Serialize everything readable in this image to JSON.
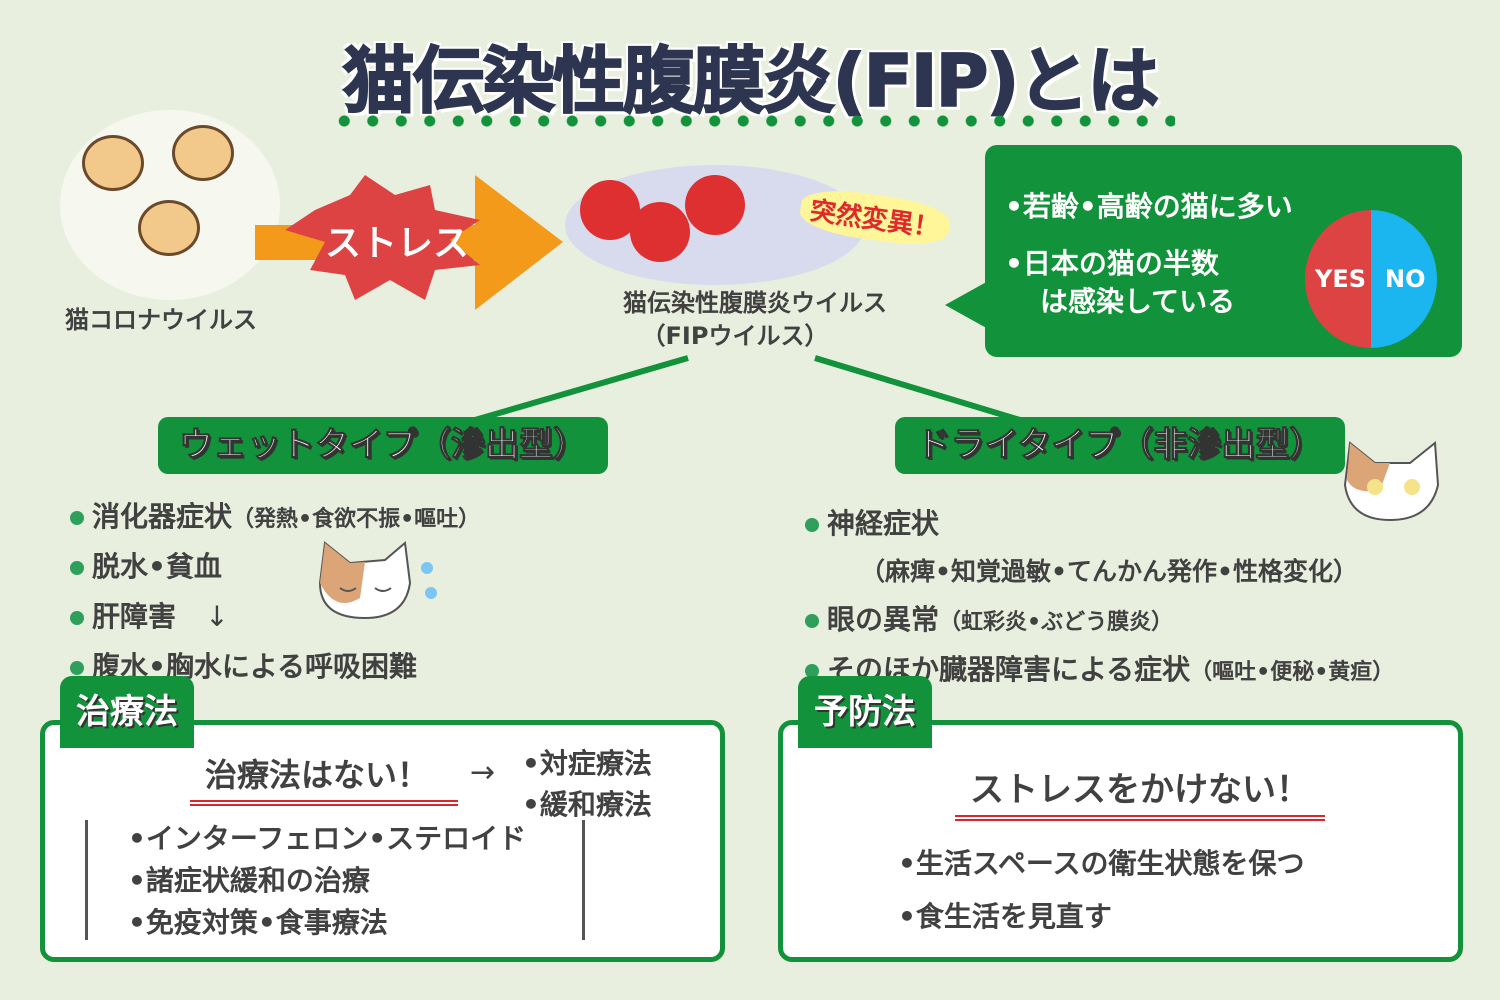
{
  "title": "猫伝染性腹膜炎(FIP)とは",
  "corona_label": "猫コロナウイルス",
  "stress_label": "ストレス",
  "mutation_label": "突然変異！",
  "virus_label_line1": "猫伝染性腹膜炎ウイルス",
  "virus_label_line2": "（FIPウイルス）",
  "info_box": {
    "line1": "•若齢•高齢の猫に多い",
    "line2": "•日本の猫の半数",
    "line3": "は感染している",
    "yes": "YES",
    "no": "NO"
  },
  "wet": {
    "title": "ウェットタイプ（滲出型）",
    "items": [
      "消化器症状",
      "脱水•貧血",
      "肝障害",
      "腹水•胸水による呼吸困難"
    ],
    "item1_detail": "（発熱•食欲不振•嘔吐）",
    "arrow": "↓"
  },
  "dry": {
    "title": "ドライタイプ（非滲出型）",
    "items": [
      "神経症状",
      "眼の異常",
      "そのほか臓器障害による症状"
    ],
    "item1_detail": "（麻痺•知覚過敏•てんかん発作•性格変化）",
    "item2_detail": "（虹彩炎•ぶどう膜炎）",
    "item3_detail": "（嘔吐•便秘•黄疸）"
  },
  "treatment": {
    "tab": "治療法",
    "headline": "治療法はない！",
    "arrow": "→",
    "options": [
      "•対症療法",
      "•緩和療法"
    ],
    "details": [
      "•インターフェロン•ステロイド",
      "•諸症状緩和の治療",
      "•免疫対策•食事療法"
    ]
  },
  "prevention": {
    "tab": "予防法",
    "headline": "ストレスをかけない！",
    "items": [
      "•生活スペースの衛生状態を保つ",
      "•食生活を見直す"
    ]
  },
  "colors": {
    "green": "#12923a",
    "red": "#de4343",
    "blue": "#1bb5f0",
    "orange": "#f39a1a"
  }
}
